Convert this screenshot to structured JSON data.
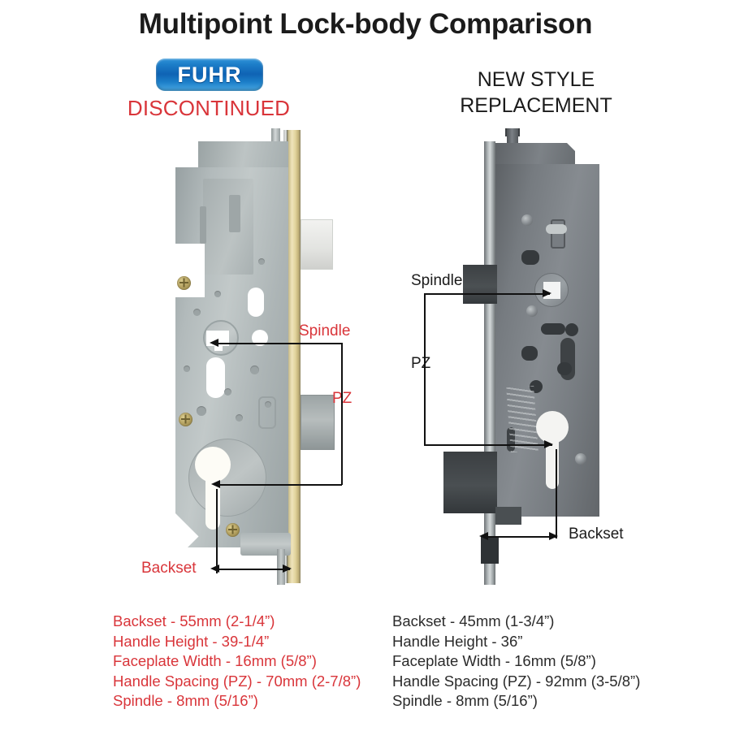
{
  "title": "Multipoint Lock-body Comparison",
  "left_column": {
    "brand_logo_text": "FUHR",
    "status_label": "DISCONTINUED",
    "logo_color": "#1d7ec9",
    "status_color": "#d9353a",
    "annotations": {
      "spindle": "Spindle",
      "pz": "PZ",
      "backset": "Backset"
    },
    "specs": [
      "Backset - 55mm (2-1/4”)",
      "Handle Height - 39-1/4”",
      "Faceplate Width - 16mm (5/8”)",
      "Handle Spacing (PZ) - 70mm (2-7/8”)",
      "Spindle - 8mm (5/16”)"
    ]
  },
  "right_column": {
    "heading_line1": "NEW STYLE",
    "heading_line2": "REPLACEMENT",
    "heading_color": "#1b1b1b",
    "annotations": {
      "spindle": "Spindle",
      "pz": "PZ",
      "backset": "Backset"
    },
    "specs": [
      "Backset - 45mm (1-3/4”)",
      "Handle Height - 36”",
      "Faceplate Width - 16mm (5/8”)",
      "Handle Spacing (PZ) - 92mm (3-5/8”)",
      "Spindle - 8mm (5/16”)"
    ]
  }
}
